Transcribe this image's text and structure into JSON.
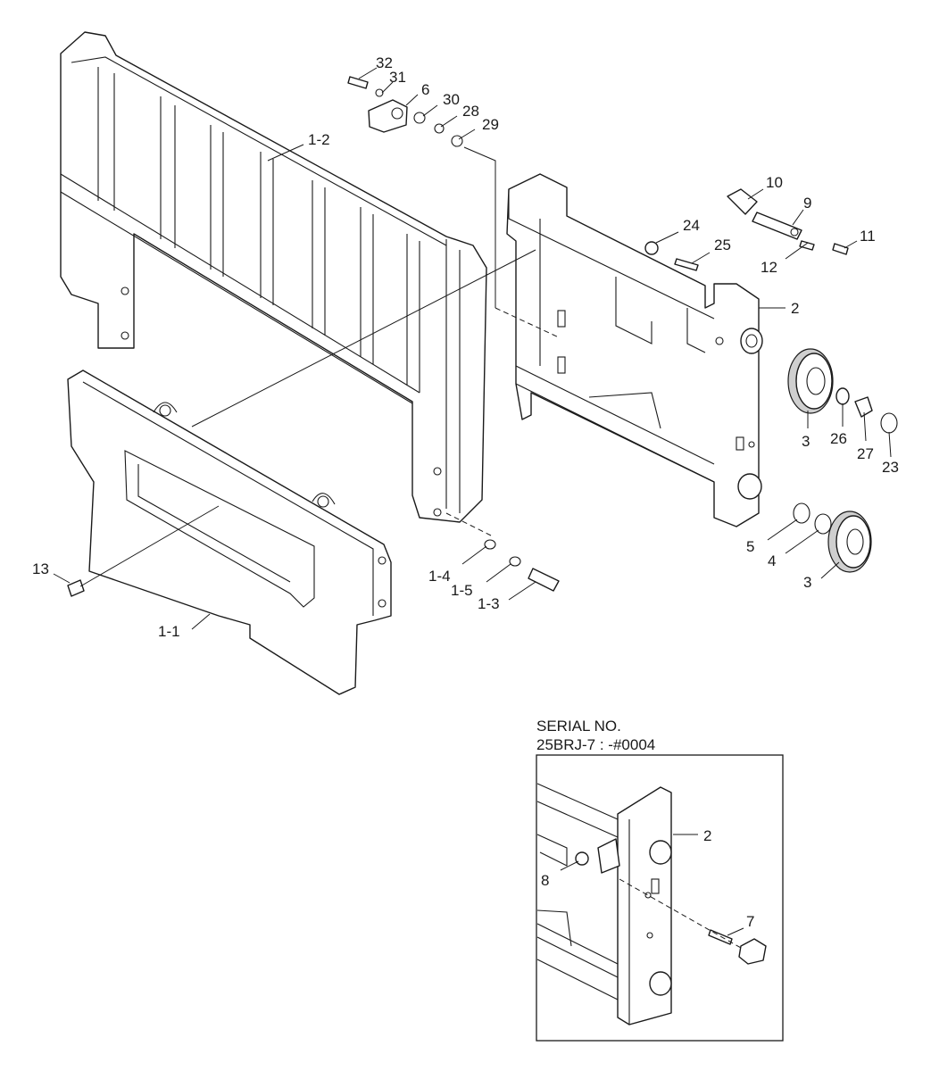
{
  "callouts": {
    "c32": "32",
    "c31": "31",
    "c6": "6",
    "c30": "30",
    "c28": "28",
    "c29": "29",
    "c1_2": "1-2",
    "c10": "10",
    "c9": "9",
    "c11": "11",
    "c12": "12",
    "c24": "24",
    "c25": "25",
    "c2": "2",
    "c3a": "3",
    "c26": "26",
    "c27": "27",
    "c23": "23",
    "c5": "5",
    "c4": "4",
    "c3b": "3",
    "c13": "13",
    "c1_4": "1-4",
    "c1_5": "1-5",
    "c1_3": "1-3",
    "c1_1": "1-1"
  },
  "inset": {
    "serial_line1": "SERIAL NO.",
    "serial_line2": "25BRJ-7 : -#0004",
    "c2": "2",
    "c8": "8",
    "c7": "7"
  }
}
